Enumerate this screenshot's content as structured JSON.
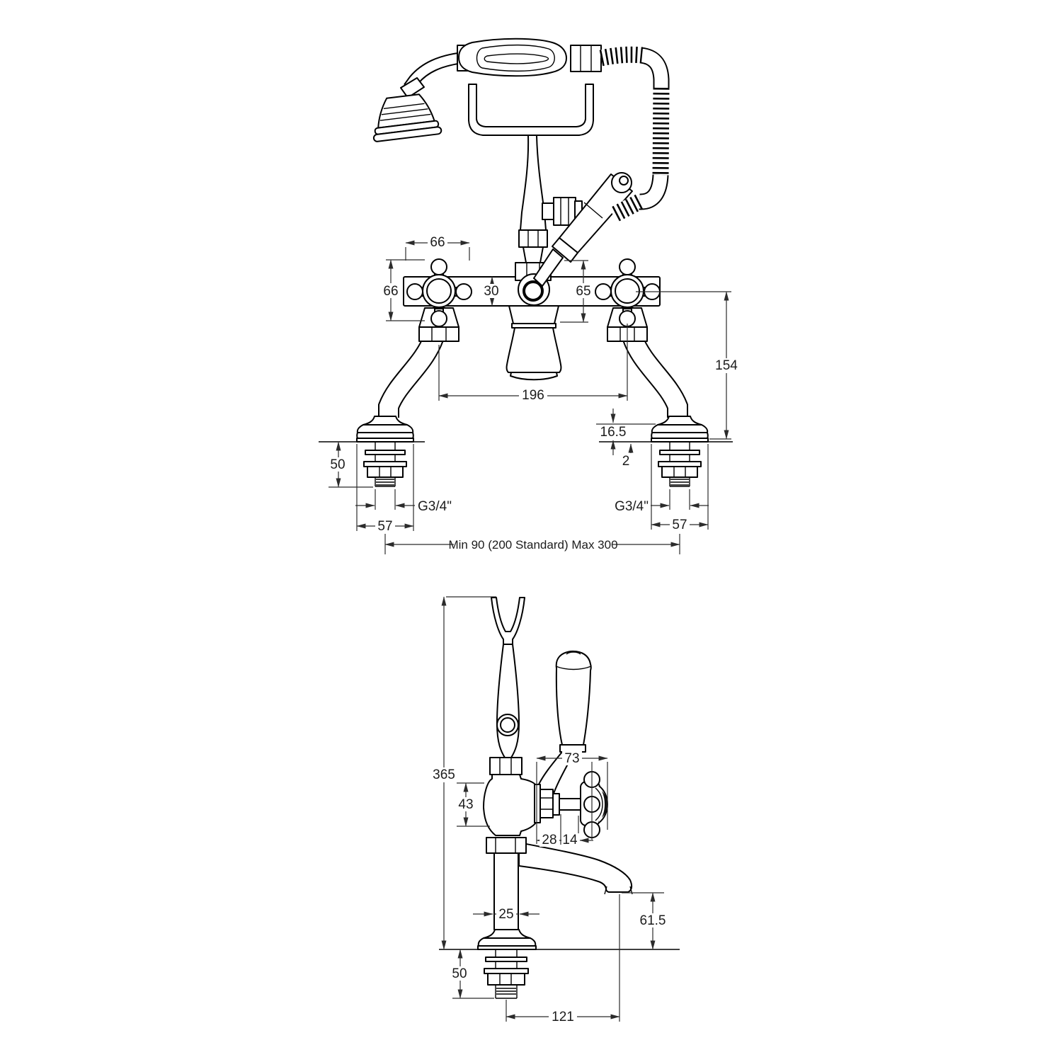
{
  "colors": {
    "line": "#000000",
    "dim": "#2b2b2b",
    "text": "#1c1c1c",
    "background": "#ffffff"
  },
  "front_view": {
    "name": "front-elevation",
    "dims": {
      "valve_body_width": "66",
      "handle_height": "66",
      "body_depth": "30",
      "body_height": "65",
      "valve_centres": "196",
      "height_above_deck": "154",
      "base_height": "16.5",
      "base_plate_thickness": "2",
      "shank_length": "50",
      "thread_size_left": "G3/4\"",
      "base_width_left": "57",
      "thread_size_right": "G3/4\"",
      "base_width_right": "57",
      "centre_distance_range": "Min 90 (200 Standard) Max 300"
    }
  },
  "side_view": {
    "name": "side-elevation",
    "dims": {
      "overall_height": "365",
      "handle_reach": "73",
      "body_height": "43",
      "offset_28": "28",
      "offset_14": "14",
      "column_width": "25",
      "spout_height": "61.5",
      "shank_length": "50",
      "spout_reach": "121"
    }
  }
}
